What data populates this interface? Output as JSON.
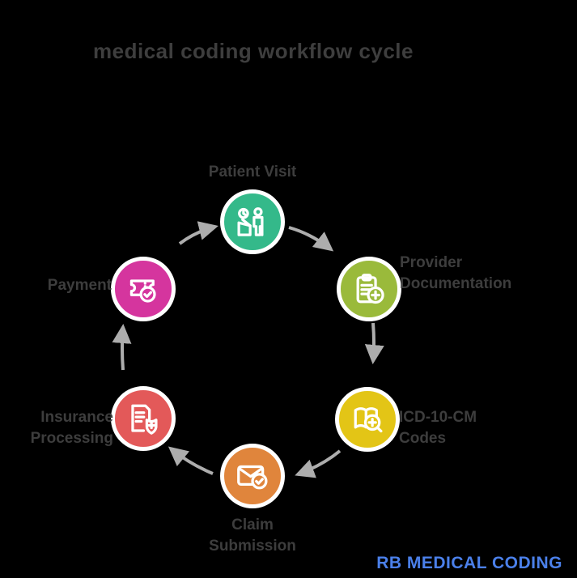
{
  "title": "medical coding workflow cycle",
  "brand": {
    "watermark": "RB MEDICAL CODING",
    "color": "#4b80ea"
  },
  "palette": {
    "background": "#000000",
    "connector": "#adadad",
    "label_text": "#3d3d3d",
    "node_ring": "#ffffff"
  },
  "nodes": [
    {
      "name": "patient-visit",
      "line1": "Patient Visit",
      "line2": "",
      "color": "#34b98a",
      "icon": "person-at-reception-desk-clock-icon"
    },
    {
      "name": "provider-documentation",
      "line1": "Provider",
      "line2": "Documentation",
      "color": "#9aba3b",
      "icon": "clipboard-plus-icon"
    },
    {
      "name": "icd-10-cm-codes",
      "line1": "ICD-10-CM",
      "line2": "Codes",
      "color": "#e3c516",
      "icon": "book-magnifier-cross-icon"
    },
    {
      "name": "claim-submission",
      "line1": "Claim",
      "line2": "Submission",
      "color": "#e0853c",
      "icon": "envelope-check-icon"
    },
    {
      "name": "insurance-processing",
      "line1": "Insurance",
      "line2": "Processing",
      "color": "#e35959",
      "icon": "document-shield-plus-icon"
    },
    {
      "name": "payment",
      "line1": "Payment",
      "line2": "",
      "color": "#d5359e",
      "icon": "receipt-check-icon"
    }
  ]
}
